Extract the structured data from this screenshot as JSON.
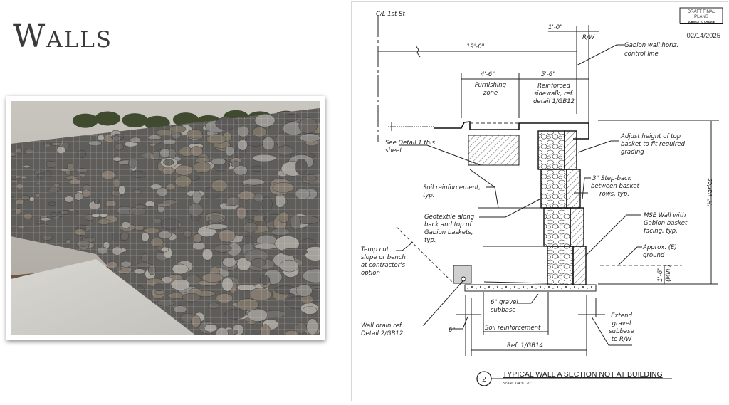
{
  "slide": {
    "title": "Walls"
  },
  "drawing": {
    "stamp": {
      "line1": "DRAFT FINAL",
      "line2": "PLANS",
      "line3": "SUBJECT TO CHANGE",
      "date": "02/14/2025"
    },
    "centerline": "C/L 1st St",
    "row": "R/W",
    "dims": {
      "one_ft": "1'-0\"",
      "nineteen_ft": "19'-0\"",
      "four_six": "4'-6\"",
      "five_six": "5'-6\"",
      "six_in": "6\"",
      "one_six": "1'-6\"",
      "min": "(Min.)",
      "h_varies": "'H' varies"
    },
    "notes": {
      "control_line": [
        "Gabion wall horiz.",
        "control line"
      ],
      "furnishing": [
        "Furnishing",
        "zone"
      ],
      "sidewalk": [
        "Reinforced",
        "sidewalk, ref.",
        "detail 1/GB12"
      ],
      "see_detail": [
        "See Detail 1 this",
        "sheet"
      ],
      "adjust": [
        "Adjust height of top",
        "basket to fit required",
        "grading"
      ],
      "soil_typ": [
        "Soil reinforcement,",
        "typ."
      ],
      "stepback": [
        "3\" Step-back",
        "between basket",
        "rows, typ."
      ],
      "geotextile": [
        "Geotextile along",
        "back and top of",
        "Gabion baskets,",
        "typ."
      ],
      "mse": [
        "MSE Wall with",
        "Gabion basket",
        "facing, typ."
      ],
      "temp_cut": [
        "Temp cut",
        "slope or bench",
        "at contractor's",
        "option"
      ],
      "approx_ground": [
        "Approx. (E)",
        "ground"
      ],
      "gravel": [
        "6\" gravel",
        "subbase"
      ],
      "wall_drain": [
        "Wall drain ref.",
        "Detail 2/GB12"
      ],
      "soil_reinf": "Soil reinforcement",
      "extend": [
        "Extend",
        "gravel",
        "subbase",
        "to R/W"
      ],
      "ref": "Ref. 1/GB14"
    },
    "detail_number": "2",
    "detail_title": "TYPICAL WALL A SECTION NOT AT BUILDING",
    "scale": "Scale: 1/4\"=1'-0\""
  }
}
